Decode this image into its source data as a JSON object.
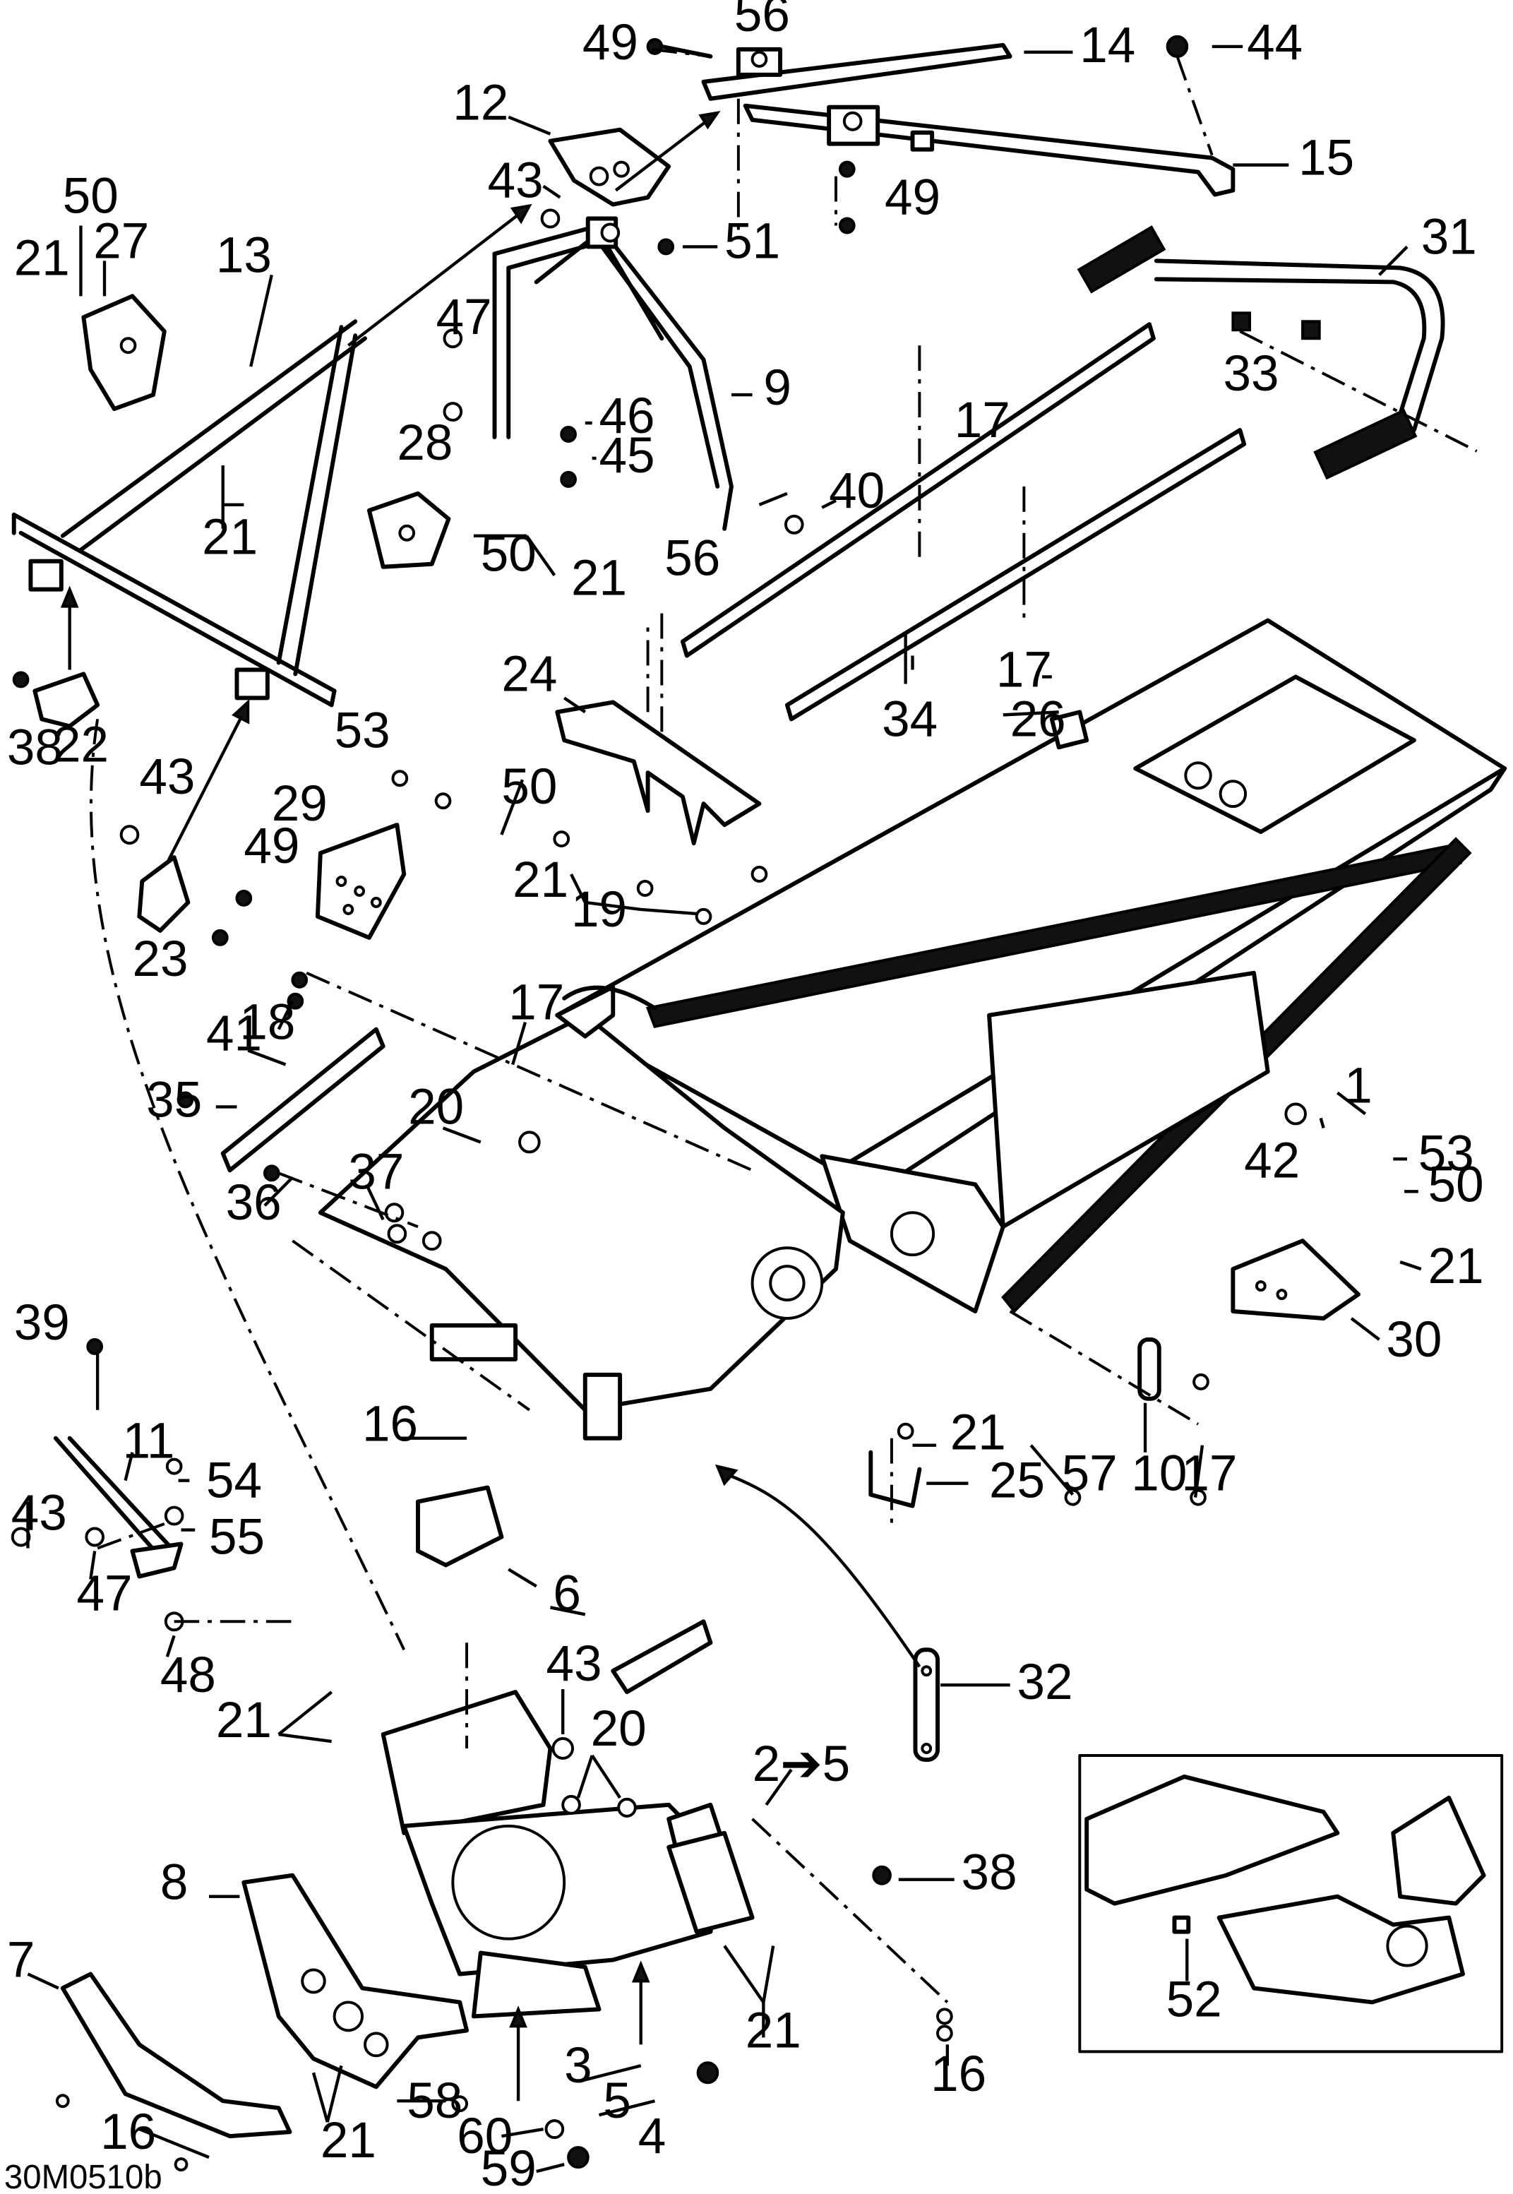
{
  "callouts": {
    "c1": "1",
    "c2to5": "2➔5",
    "c3": "3",
    "c4": "4",
    "c5": "5",
    "c6": "6",
    "c7": "7",
    "c8": "8",
    "c9": "9",
    "c10": "10",
    "c11": "11",
    "c12": "12",
    "c13": "13",
    "c14": "14",
    "c15": "15",
    "c16a": "16",
    "c16b": "16",
    "c16c": "16",
    "c17a": "17",
    "c17b": "17",
    "c17c": "17",
    "c17d": "17",
    "c18": "18",
    "c19": "19",
    "c20a": "20",
    "c20b": "20",
    "c21a": "21",
    "c21b": "21",
    "c21c": "21",
    "c21d": "21",
    "c21e": "21",
    "c21f": "21",
    "c21g": "21",
    "c21h": "21",
    "c21i": "21",
    "c22": "22",
    "c23": "23",
    "c24": "24",
    "c25": "25",
    "c26": "26",
    "c27": "27",
    "c28": "28",
    "c29": "29",
    "c30": "30",
    "c31": "31",
    "c32": "32",
    "c33": "33",
    "c34": "34",
    "c35": "35",
    "c36": "36",
    "c37": "37",
    "c38a": "38",
    "c38b": "38",
    "c39": "39",
    "c40": "40",
    "c41": "41",
    "c42": "42",
    "c43a": "43",
    "c43b": "43",
    "c43c": "43",
    "c43d": "43",
    "c44": "44",
    "c45": "45",
    "c46": "46",
    "c47a": "47",
    "c47b": "47",
    "c48": "48",
    "c49a": "49",
    "c49b": "49",
    "c49c": "49",
    "c50a": "50",
    "c50b": "50",
    "c50c": "50",
    "c50d": "50",
    "c51": "51",
    "c52": "52",
    "c53a": "53",
    "c53b": "53",
    "c54": "54",
    "c55": "55",
    "c56a": "56",
    "c56b": "56",
    "c57": "57",
    "c58": "58",
    "c59": "59",
    "c60": "60"
  },
  "drawing_code": "30M0510b"
}
